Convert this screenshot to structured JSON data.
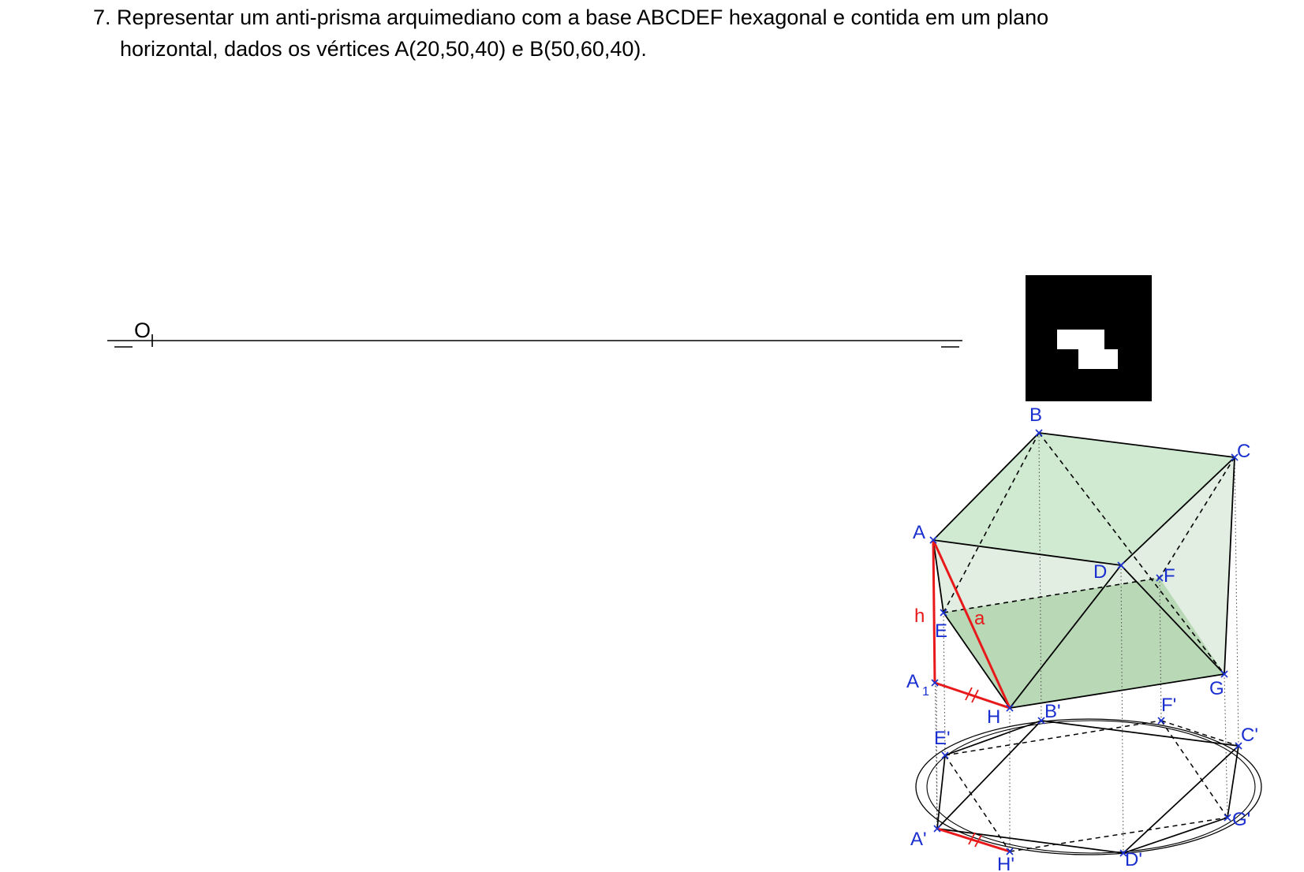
{
  "exercise": {
    "line1": "7. Representar um anti-prisma arquimediano com a base ABCDEF hexagonal e contida em um plano",
    "line2": "horizontal, dados os vértices A(20,50,40) e B(50,60,40)."
  },
  "axis": {
    "origin_label": "O"
  },
  "figure": {
    "upper_labels": {
      "A": "A",
      "B": "B",
      "C": "C",
      "D": "D",
      "E": "E",
      "F": "F",
      "G": "G",
      "H": "H",
      "A1_main": "A",
      "A1_sub": "1",
      "h": "h",
      "a": "a"
    },
    "lower_labels": {
      "A": "A'",
      "B": "B'",
      "C": "C'",
      "D": "D'",
      "E": "E'",
      "F": "F'",
      "G": "G'",
      "H": "H'"
    },
    "colors": {
      "vertex_label": "#1a2fd0",
      "construction": "#e8191b",
      "face_light": "#cfead0",
      "face_mid": "#e2eee2",
      "face_dark": "#b8d8b6",
      "qr_block": "#000000"
    }
  }
}
